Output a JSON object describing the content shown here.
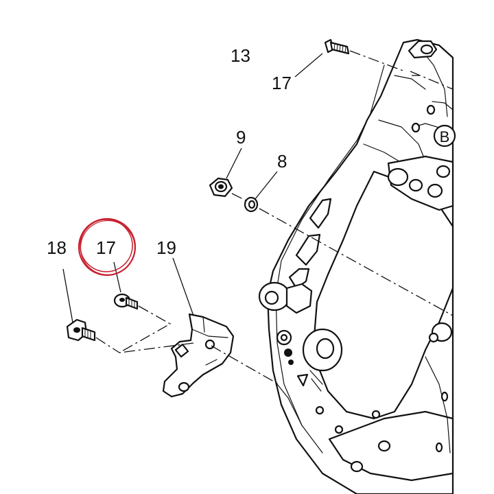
{
  "diagram": {
    "callouts": [
      {
        "id": "13",
        "label": "13"
      },
      {
        "id": "17-top",
        "label": "17"
      },
      {
        "id": "B",
        "label": "B"
      },
      {
        "id": "9",
        "label": "9"
      },
      {
        "id": "8",
        "label": "8"
      },
      {
        "id": "18",
        "label": "18"
      },
      {
        "id": "17-highlight",
        "label": "17"
      },
      {
        "id": "19",
        "label": "19"
      }
    ],
    "highlight_color": "#c8202f",
    "line_color": "#111111"
  }
}
